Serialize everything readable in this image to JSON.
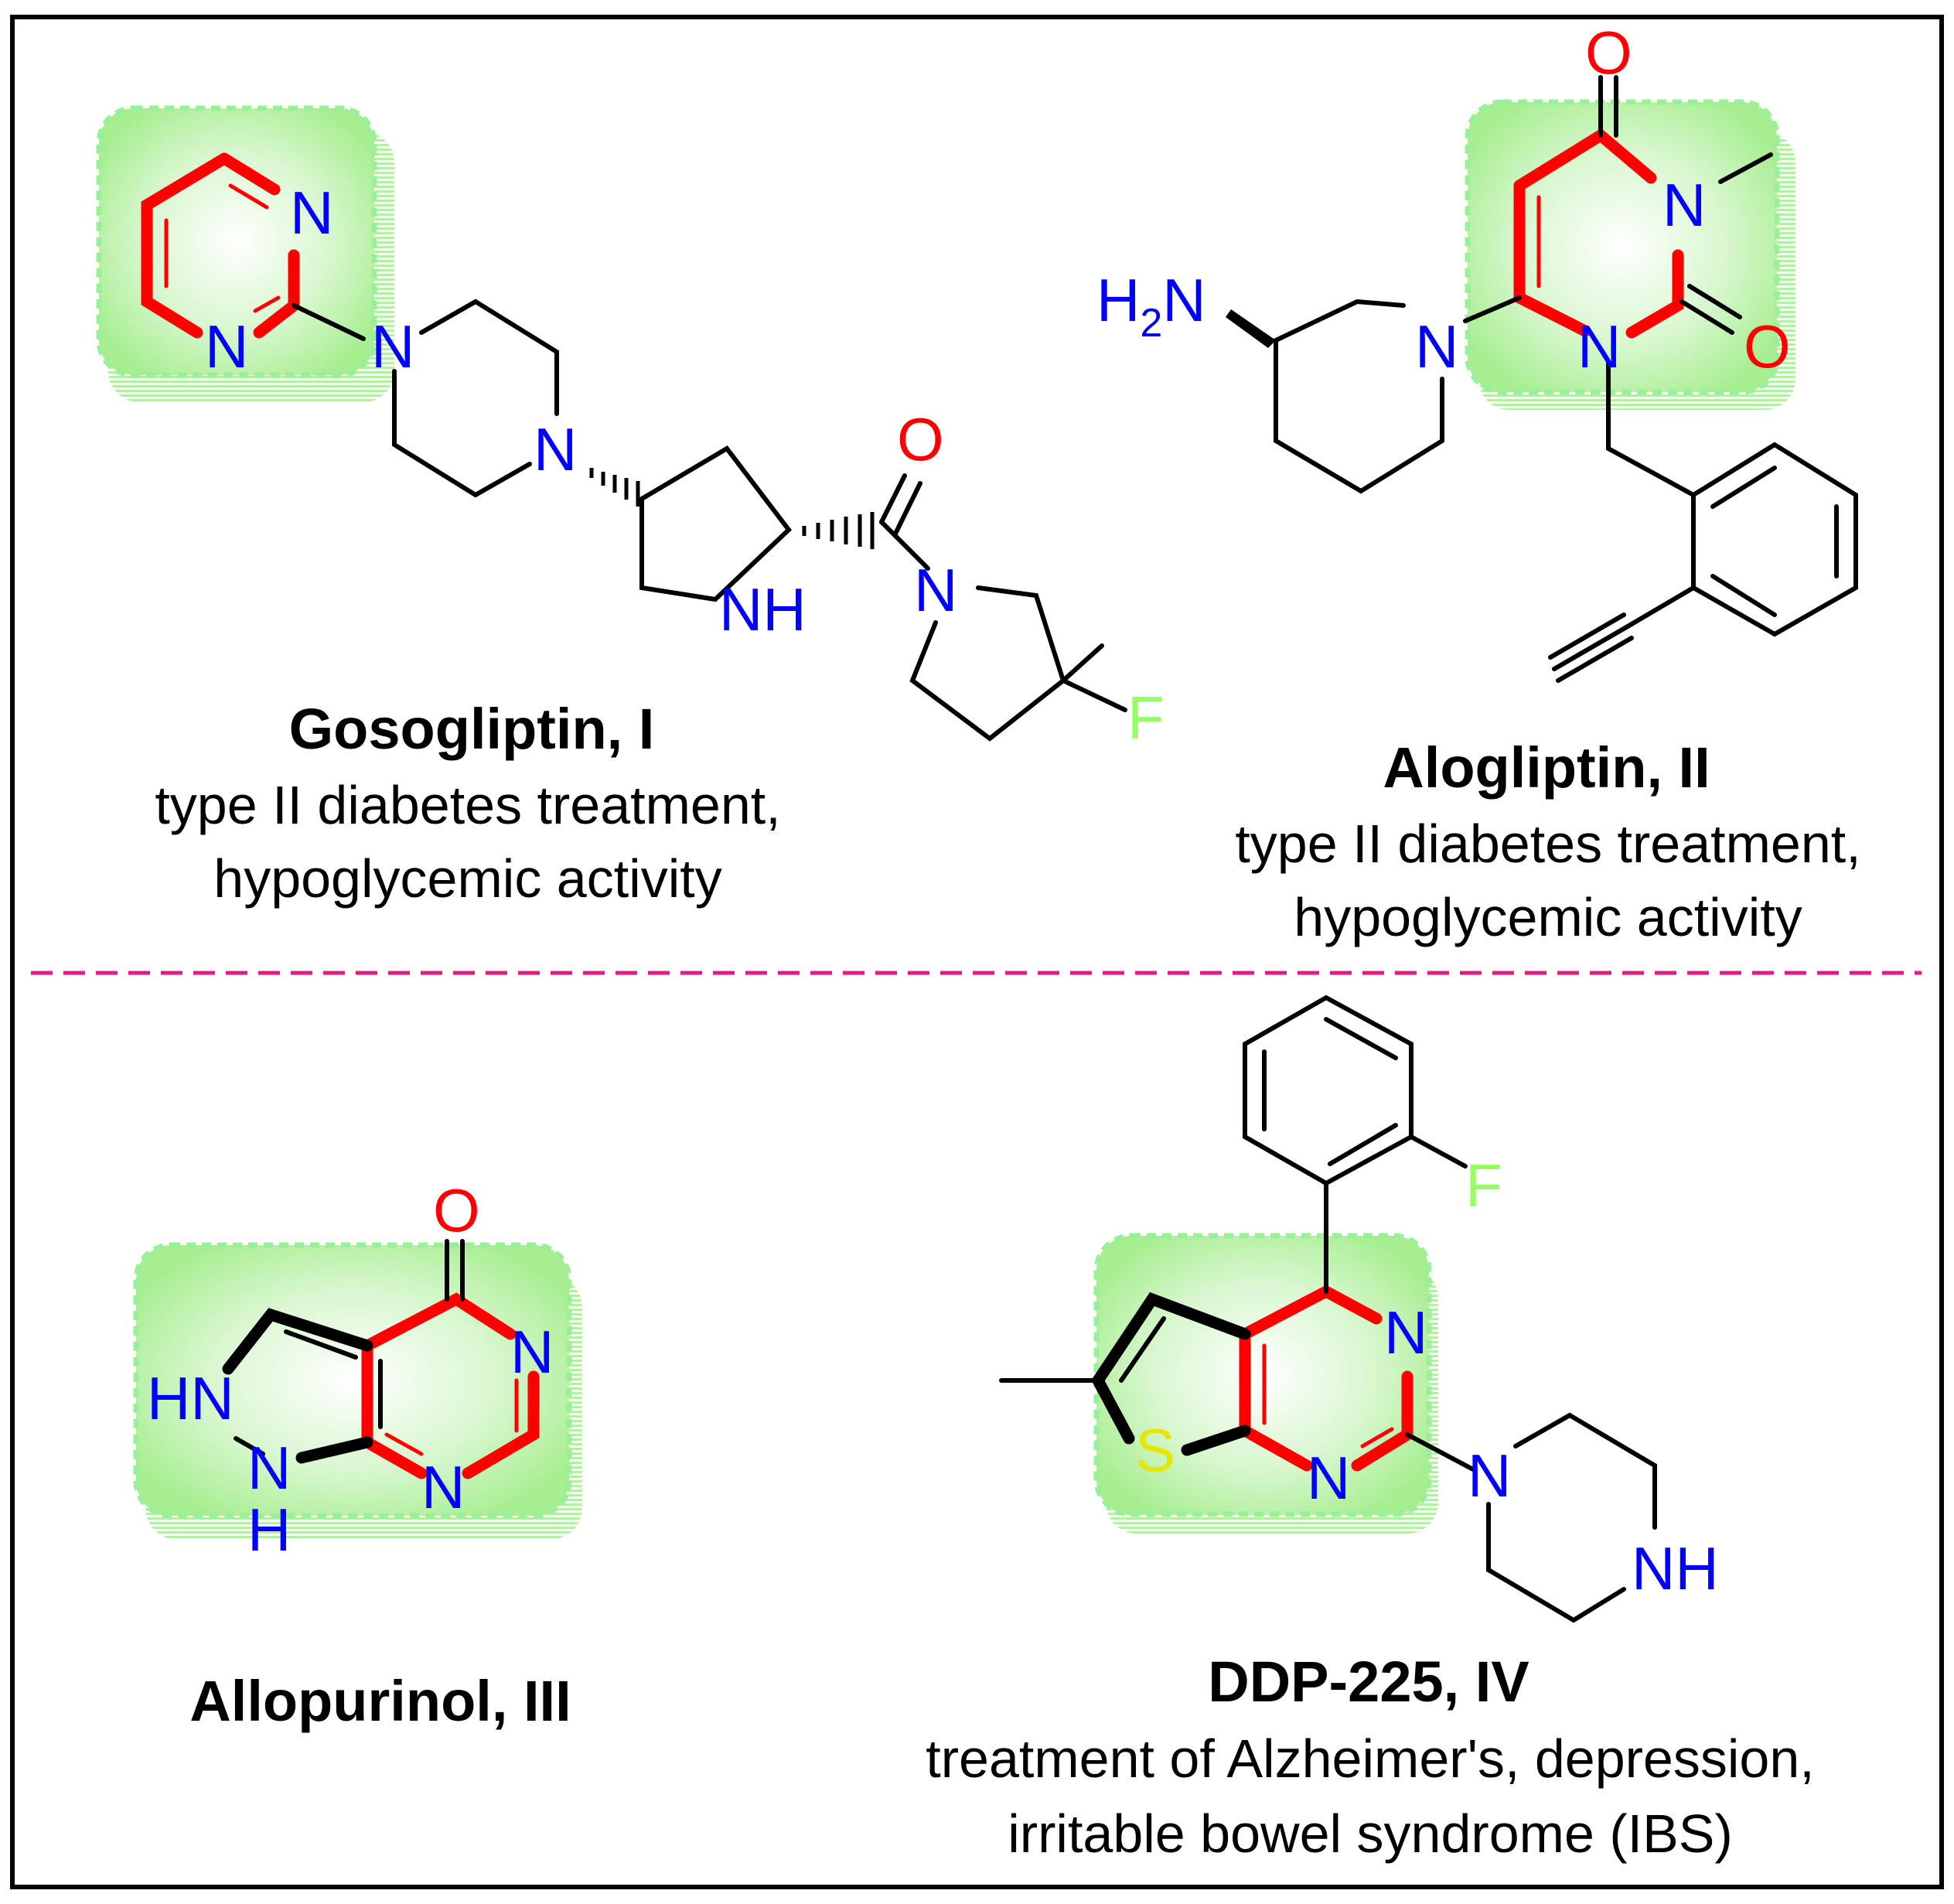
{
  "colors": {
    "highlight_bond": "#ff0000",
    "nitrogen": "#0000ff",
    "oxygen": "#ff0000",
    "fluorine": "#99ff66",
    "sulfur": "#e6e600",
    "highlight_box": "#99f099",
    "divider": "#e6197f"
  },
  "atoms": {
    "N": "N",
    "NH": "NH",
    "HN": "HN",
    "H": "H",
    "O": "O",
    "F": "F",
    "S": "S",
    "H2N_H": "H",
    "H2N_sub": "2",
    "H2N_N": "N"
  },
  "compounds": [
    {
      "name": "Gosogliptin, I",
      "description_lines": [
        "type II diabetes treatment,",
        "hypoglycemic activity"
      ]
    },
    {
      "name": "Alogliptin, II",
      "description_lines": [
        "type II diabetes treatment,",
        "hypoglycemic activity"
      ]
    },
    {
      "name": "Allopurinol, III",
      "description_lines": []
    },
    {
      "name": "DDP-225, IV",
      "description_lines": [
        "treatment of Alzheimer's, depression,",
        "irritable bowel syndrome (IBS)"
      ]
    }
  ]
}
